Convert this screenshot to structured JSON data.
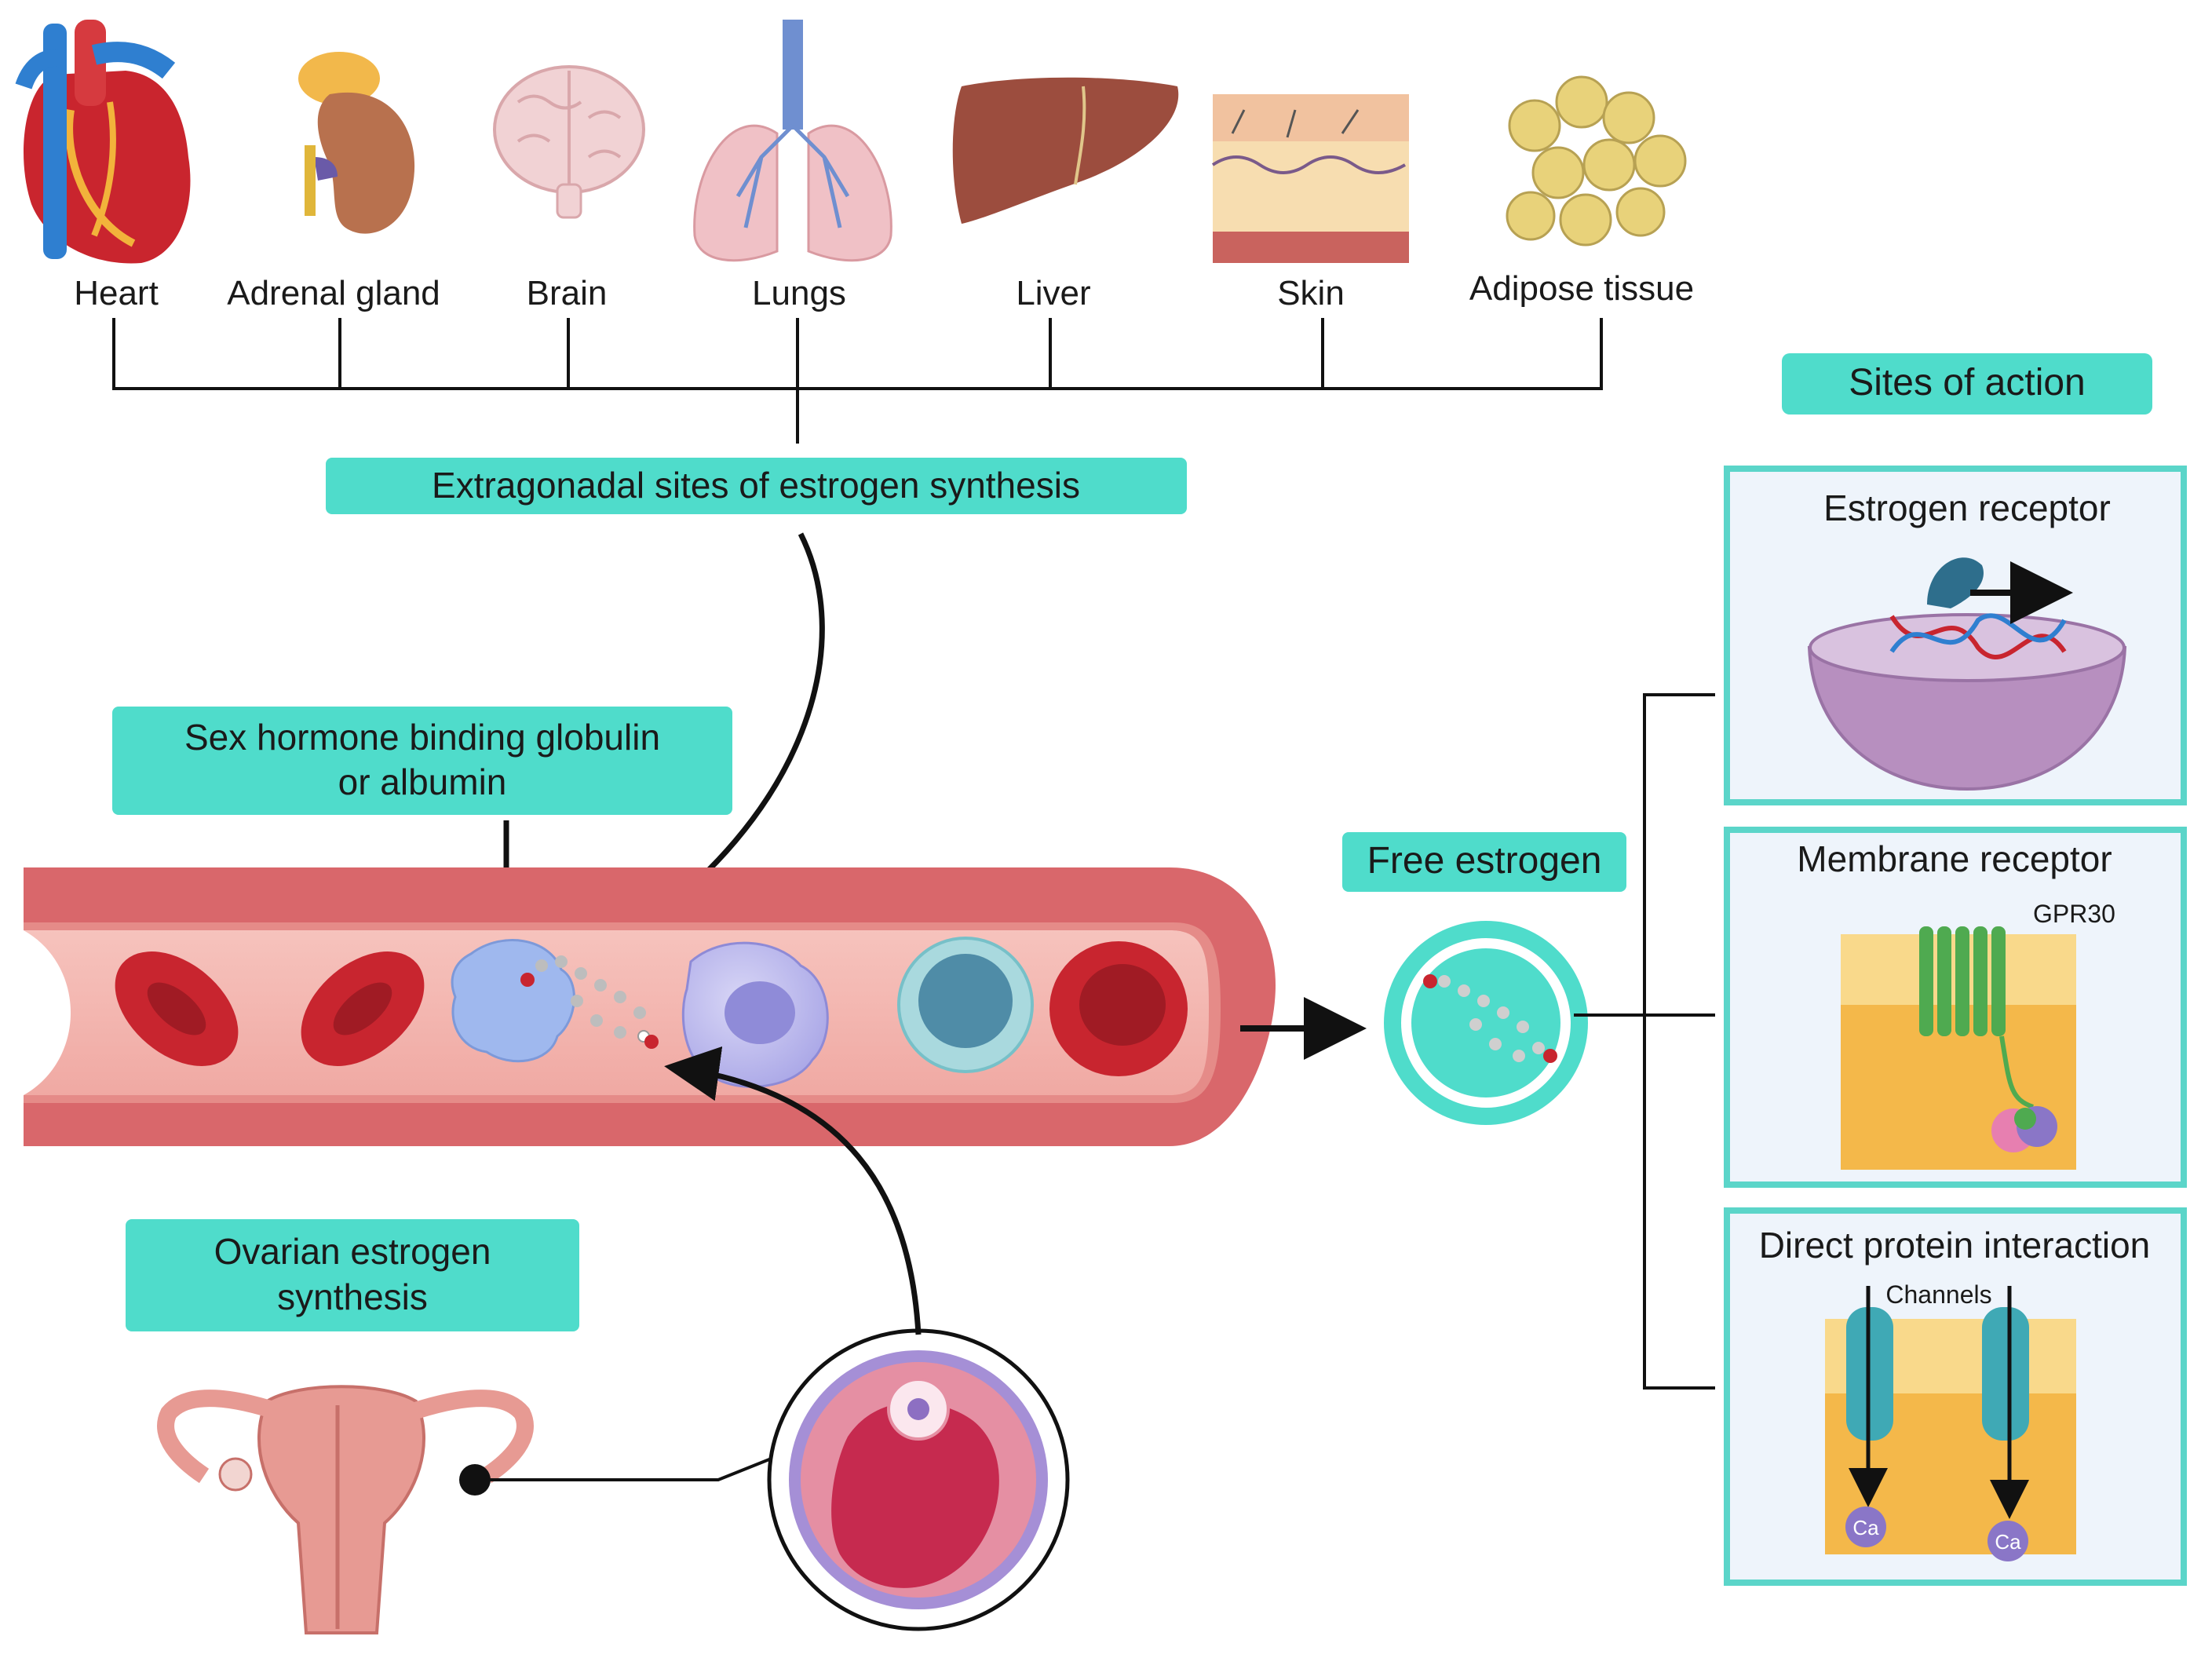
{
  "organs": [
    {
      "label": "Heart",
      "icon": "heart-icon"
    },
    {
      "label": "Adrenal gland",
      "icon": "adrenal-gland-icon"
    },
    {
      "label": "Brain",
      "icon": "brain-icon"
    },
    {
      "label": "Lungs",
      "icon": "lungs-icon"
    },
    {
      "label": "Liver",
      "icon": "liver-icon"
    },
    {
      "label": "Skin",
      "icon": "skin-icon"
    },
    {
      "label": "Adipose tissue",
      "icon": "adipose-tissue-icon"
    }
  ],
  "labels": {
    "extragonadal": "Extragonadal sites of estrogen synthesis",
    "shbg_line1": "Sex hormone binding globulin",
    "shbg_line2": "or albumin",
    "ovarian_line1": "Ovarian estrogen",
    "ovarian_line2": "synthesis",
    "free_estrogen": "Free estrogen",
    "sites_of_action": "Sites of action"
  },
  "sites": {
    "estrogen_receptor": {
      "title": "Estrogen receptor"
    },
    "membrane_receptor": {
      "title": "Membrane receptor",
      "protein": "GPR30"
    },
    "direct_protein": {
      "title": "Direct protein interaction",
      "channels": "Channels",
      "ion1": "Ca",
      "ion2": "Ca"
    }
  },
  "colors": {
    "label_box": "#4fdccb",
    "site_border": "#5bd5c9",
    "vessel": "#d9676b",
    "vessel_inner": "#f4b7b2",
    "rbc": "#c8252f",
    "text": "#1a1a1a"
  }
}
